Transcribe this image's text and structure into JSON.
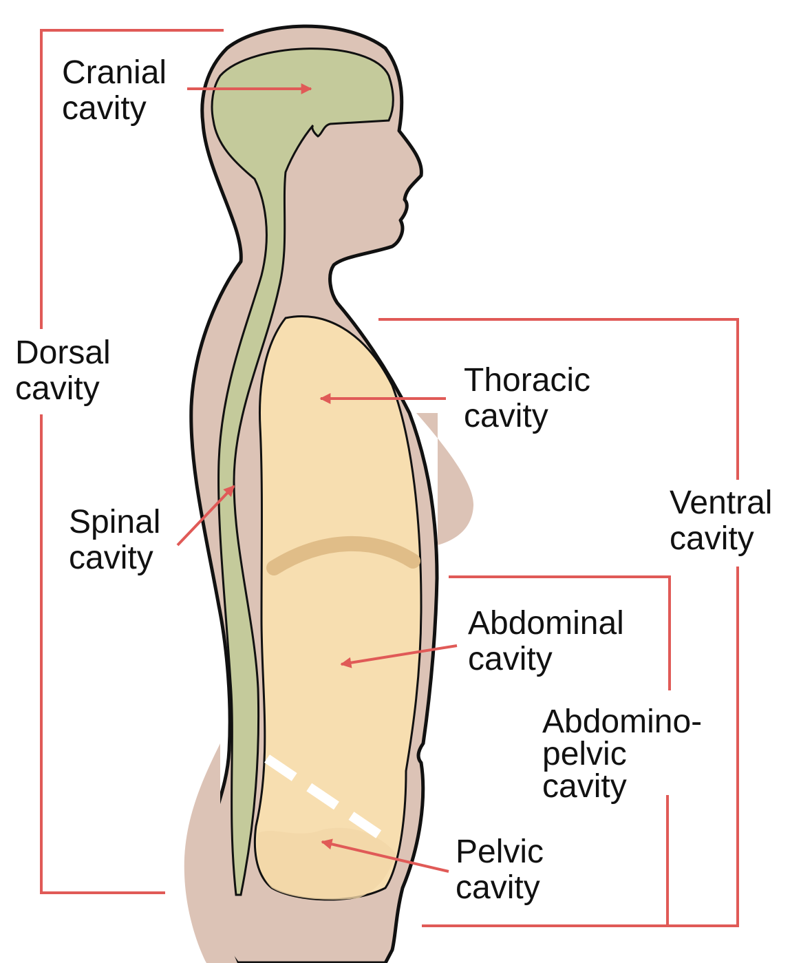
{
  "colors": {
    "skin": "#dcc3b6",
    "outline": "#111111",
    "dorsal_fill": "#c4ca9b",
    "ventral_fill": "#f7deb0",
    "diaphragm": "#e0bd88",
    "bracket": "#e05a57",
    "pelvic_line": "#ffffff"
  },
  "labels": {
    "cranial": {
      "line1": "Cranial",
      "line2": "cavity"
    },
    "dorsal": {
      "line1": "Dorsal",
      "line2": "cavity"
    },
    "spinal": {
      "line1": "Spinal",
      "line2": "cavity"
    },
    "thoracic": {
      "line1": "Thoracic",
      "line2": "cavity"
    },
    "ventral": {
      "line1": "Ventral",
      "line2": "cavity"
    },
    "abdominal": {
      "line1": "Abdominal",
      "line2": "cavity"
    },
    "abdominopelvic": {
      "line1": "Abdomino-",
      "line2": "pelvic",
      "line3": "cavity"
    },
    "pelvic": {
      "line1": "Pelvic",
      "line2": "cavity"
    }
  }
}
